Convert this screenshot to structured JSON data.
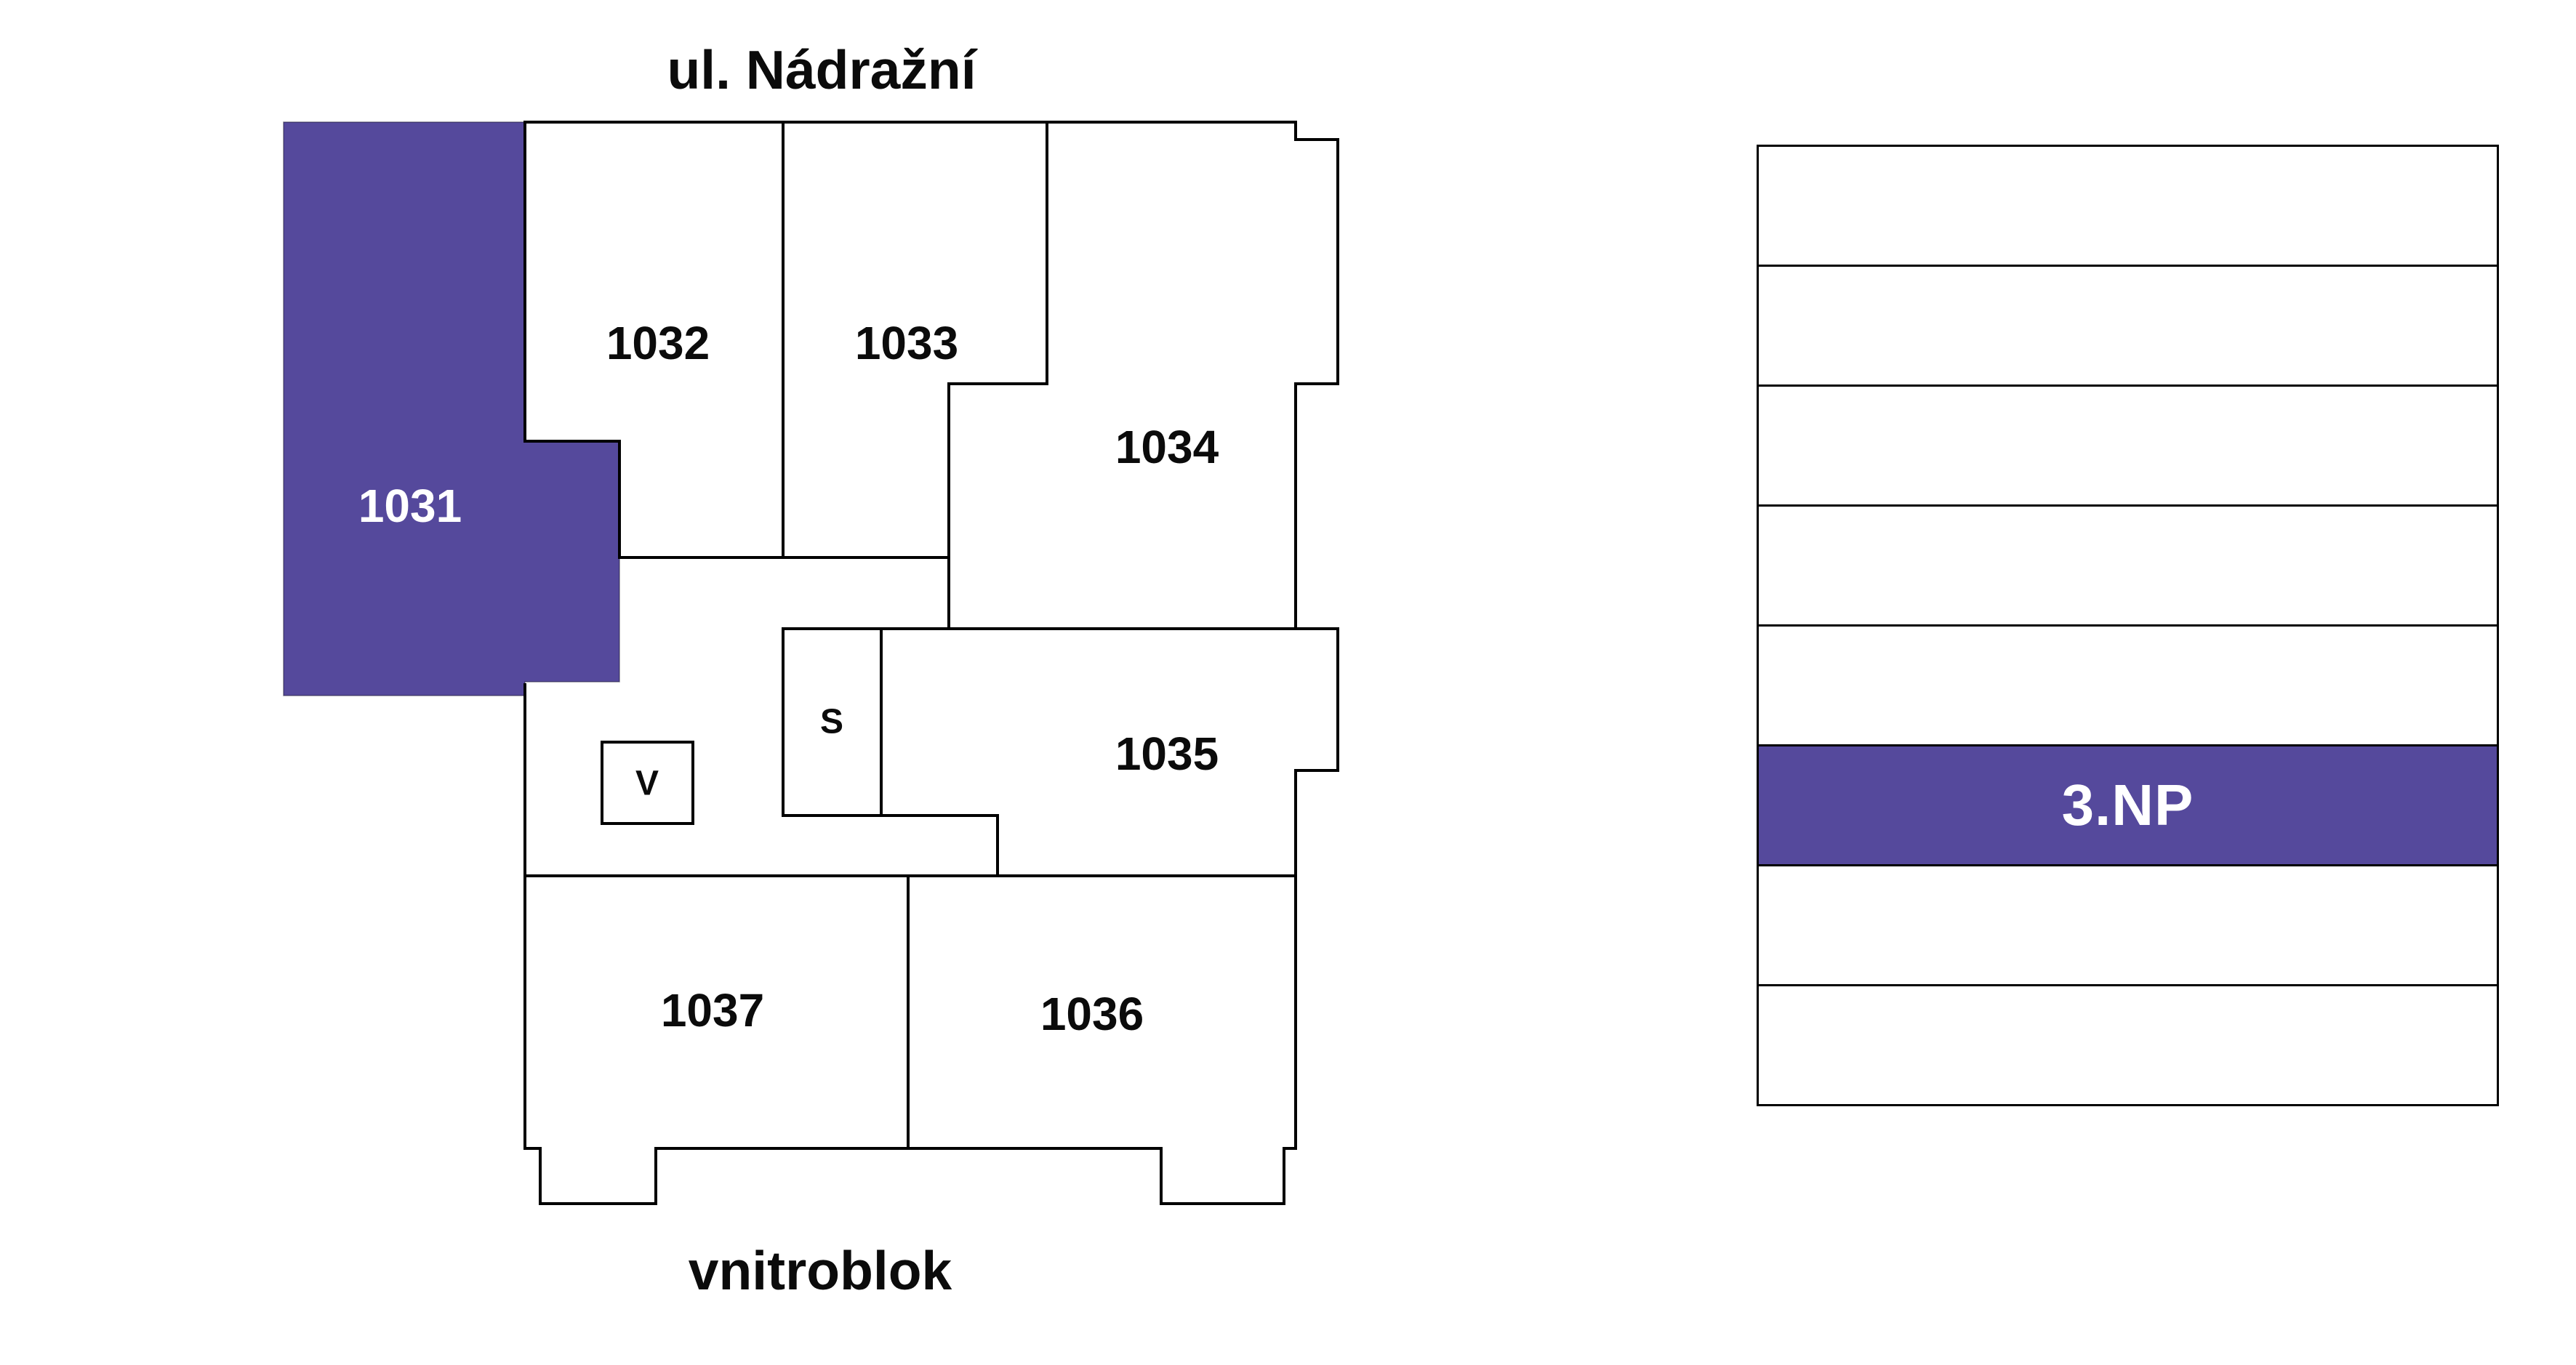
{
  "plan": {
    "street_label_top": "ul. Nádražní",
    "street_label_bottom": "vnitroblok",
    "units": {
      "u1031": {
        "label": "1031",
        "selected": true
      },
      "u1032": {
        "label": "1032",
        "selected": false
      },
      "u1033": {
        "label": "1033",
        "selected": false
      },
      "u1034": {
        "label": "1034",
        "selected": false
      },
      "u1035": {
        "label": "1035",
        "selected": false
      },
      "u1036": {
        "label": "1036",
        "selected": false
      },
      "u1037": {
        "label": "1037",
        "selected": false
      },
      "v": {
        "label": "V",
        "selected": false
      },
      "s": {
        "label": "S",
        "selected": false
      }
    }
  },
  "floor_stack": {
    "floors": [
      "",
      "",
      "",
      "",
      "",
      "3.NP",
      "",
      ""
    ],
    "selected_index": 5,
    "selected_label": "3.NP"
  },
  "colors": {
    "accent": "#55499C",
    "wall": "#000000",
    "background": "#FFFFFF",
    "selected_text": "#FFFFFF"
  }
}
